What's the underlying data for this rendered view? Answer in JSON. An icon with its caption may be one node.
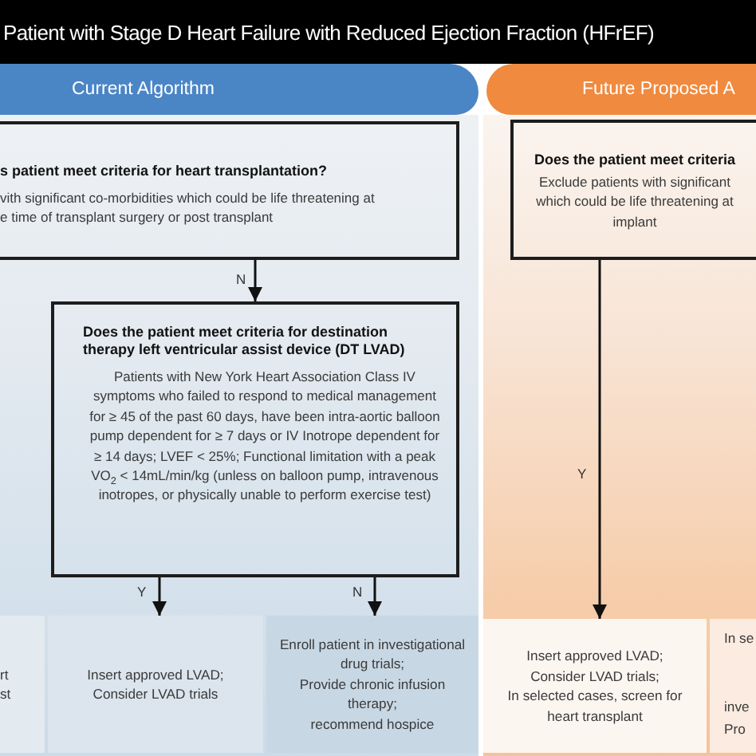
{
  "diagram": {
    "nodes": [
      {
        "text": [
          "Patient with Stage D Heart Failure with Reduced Ejection Fraction (HFrEF)"
        ]
      },
      {
        "text": [
          "Current Algorithm"
        ]
      },
      {
        "text": [
          "Future Proposed A"
        ]
      },
      {
        "text": [
          "s patient meet criteria for heart transplantation?",
          "vith significant co-morbidities which could be life threatening at",
          "e time of transplant surgery or post transplant"
        ]
      },
      {
        "text": [
          "Does the patient meet criteria for destination therapy left ventricular assist device (DT LVAD)",
          "Patients with New York Heart Association Class IV symptoms who failed to respond to medical management for ≥ 45 of the past 60 days, have been intra-aortic balloon pump dependent for ≥ 7 days or IV Inotrope dependent for ≥ 14 days; LVEF < 25%; Functional limitation with a peak VO$_{2}$ < 14mL/min/kg (unless on balloon pump, intravenous inotropes, or physically unable to perform exercise test)"
        ]
      },
      {
        "text": [
          "rt",
          "st"
        ]
      },
      {
        "text": [
          "Insert approved LVAD;",
          "Consider LVAD trials"
        ]
      },
      {
        "text": [
          "Enroll patient in investigational drug trials;",
          "Provide chronic infusion therapy;",
          "recommend hospice"
        ]
      },
      {
        "text": [
          "Does the patient meet criteria",
          "Exclude patients with significant",
          "which could be life threatening at",
          "implant"
        ]
      },
      {
        "text": [
          "Insert approved LVAD;",
          "Consider LVAD trials;",
          "In selected cases, screen for heart transplant"
        ]
      },
      {
        "text": [
          "In se",
          "inve",
          "Pro"
        ]
      }
    ],
    "edges": [
      {
        "from": 3,
        "to": 4,
        "arrow": "to",
        "label": "N"
      },
      {
        "from": 4,
        "to": 6,
        "arrow": "to",
        "label": "Y"
      },
      {
        "from": 4,
        "to": 7,
        "arrow": "to",
        "label": "N"
      },
      {
        "from": 8,
        "to": 9,
        "arrow": "to",
        "label": "Y"
      }
    ]
  }
}
